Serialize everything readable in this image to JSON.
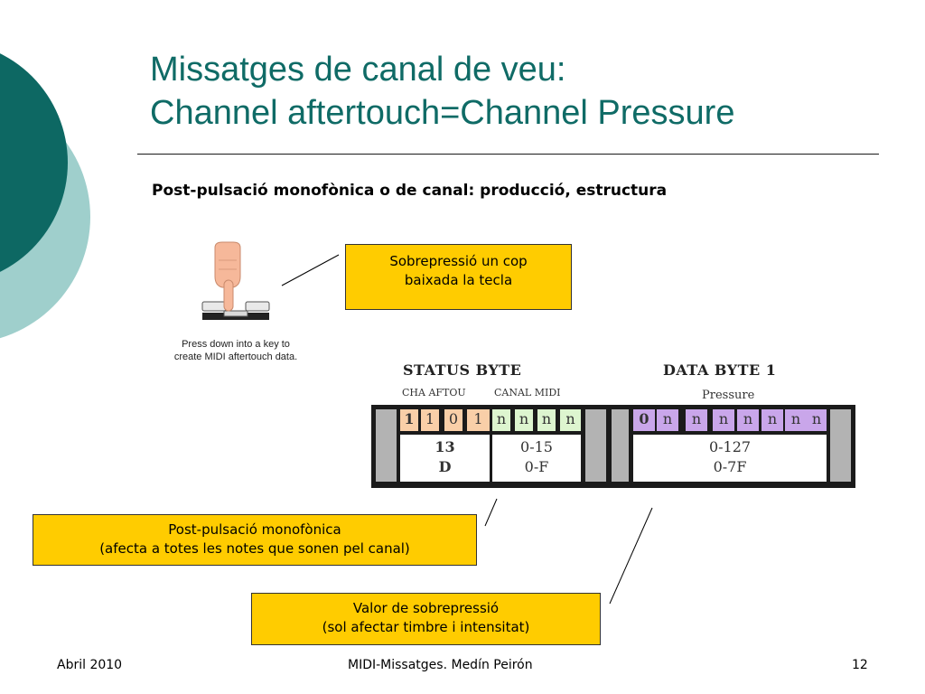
{
  "title": {
    "line1": "Missatges de canal de veu:",
    "line2": "Channel aftertouch=Channel Pressure"
  },
  "subtitle": "Post-pulsació monofònica o de canal: producció, estructura",
  "illustration": {
    "caption_line1": "Press down into a key to",
    "caption_line2": "create MIDI aftertouch data."
  },
  "callouts": {
    "sobrepressio": {
      "line1": "Sobrepressió un cop",
      "line2": "baixada la tecla"
    },
    "postpulsacio": {
      "line1": "Post-pulsació monofònica",
      "line2": "(afecta a totes les notes que sonen pel canal)"
    },
    "valor": {
      "line1": "Valor de sobrepressió",
      "line2": "(sol afectar timbre i intensitat)"
    }
  },
  "byte_table": {
    "status_header": "STATUS BYTE",
    "status_sub_left": "CHA AFTOU",
    "status_sub_right": "CANAL MIDI",
    "data_header": "DATA BYTE 1",
    "data_sub": "Pressure",
    "status_bits": [
      "1",
      "1",
      "0",
      "1",
      "n",
      "n",
      "n",
      "n"
    ],
    "data_bits": [
      "0",
      "n",
      "n",
      "n",
      "n",
      "n",
      "n",
      "n"
    ],
    "dec_left": "13",
    "dec_right": "0-15",
    "hex_left": "D",
    "hex_right": "0-F",
    "data_dec": "0-127",
    "data_hex": "0-7F"
  },
  "footer": {
    "date": "Abril 2010",
    "center": "MIDI-Missatges. Medín Peirón",
    "page": "12"
  },
  "colors": {
    "title": "#0f6b66",
    "deco_dark": "#0d6863",
    "deco_light": "#9fcfcc",
    "callout_bg": "#ffcc00"
  }
}
